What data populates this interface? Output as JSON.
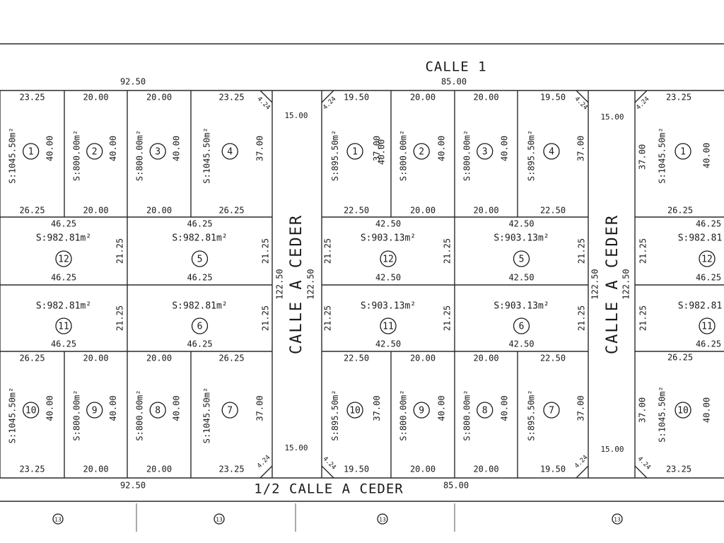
{
  "streets": {
    "top": "CALLE 1",
    "bottom": "1/2 CALLE A CEDER",
    "vertical": "CALLE A CEDER"
  },
  "block_widths": [
    "92.50",
    "85.00"
  ],
  "street_width": "15.00",
  "street_length": "122.50",
  "corner_cut": "4.24",
  "block_a": {
    "top_lots": [
      {
        "n": "1",
        "area": "S:1045.50m²",
        "top": "23.25",
        "bottom": "26.25",
        "side": "40.00"
      },
      {
        "n": "2",
        "area": "S:800.00m²",
        "top": "20.00",
        "bottom": "20.00",
        "side": "40.00"
      },
      {
        "n": "3",
        "area": "S:800.00m²",
        "top": "20.00",
        "bottom": "20.00",
        "side": "40.00"
      },
      {
        "n": "4",
        "area": "S:1045.50m²",
        "top": "23.25",
        "bottom": "26.25",
        "side": "37.00"
      }
    ],
    "middle_rows": [
      {
        "left": {
          "n": "12",
          "area": "S:982.81m²",
          "top": "46.25",
          "bottom": "46.25"
        },
        "right": {
          "n": "5",
          "area": "S:982.81m²",
          "top": "46.25",
          "bottom": "46.25"
        },
        "depth": "21.25"
      },
      {
        "left": {
          "n": "11",
          "area": "S:982.81m²",
          "top": "",
          "bottom": "46.25"
        },
        "right": {
          "n": "6",
          "area": "S:982.81m²",
          "top": "",
          "bottom": "46.25"
        },
        "depth": "21.25"
      }
    ],
    "bottom_lots": [
      {
        "n": "10",
        "area": "S:1045.50m²",
        "top": "26.25",
        "bottom": "23.25",
        "side": "40.00"
      },
      {
        "n": "9",
        "area": "S:800.00m²",
        "top": "20.00",
        "bottom": "20.00",
        "side": "40.00"
      },
      {
        "n": "8",
        "area": "S:800.00m²",
        "top": "20.00",
        "bottom": "20.00",
        "side": "40.00"
      },
      {
        "n": "7",
        "area": "S:1045.50m²",
        "top": "26.25",
        "bottom": "23.25",
        "side": "37.00"
      }
    ]
  },
  "block_b": {
    "top_lots": [
      {
        "n": "1",
        "area": "S:895.50m²",
        "top": "19.50",
        "bottom": "22.50",
        "side": "37.00",
        "side2": "40.00"
      },
      {
        "n": "2",
        "area": "S:800.00m²",
        "top": "20.00",
        "bottom": "20.00",
        "side": "40.00"
      },
      {
        "n": "3",
        "area": "S:800.00m²",
        "top": "20.00",
        "bottom": "20.00",
        "side": "40.00"
      },
      {
        "n": "4",
        "area": "S:895.50m²",
        "top": "19.50",
        "bottom": "22.50",
        "side": "37.00"
      }
    ],
    "middle_rows": [
      {
        "left": {
          "n": "12",
          "area": "S:903.13m²",
          "top": "42.50",
          "bottom": "42.50"
        },
        "right": {
          "n": "5",
          "area": "S:903.13m²",
          "top": "42.50",
          "bottom": "42.50"
        },
        "depth": "21.25"
      },
      {
        "left": {
          "n": "11",
          "area": "S:903.13m²",
          "top": "",
          "bottom": "42.50"
        },
        "right": {
          "n": "6",
          "area": "S:903.13m²",
          "top": "",
          "bottom": "42.50"
        },
        "depth": "21.25"
      }
    ],
    "bottom_lots": [
      {
        "n": "10",
        "area": "S:895.50m²",
        "top": "22.50",
        "bottom": "19.50",
        "side": "37.00"
      },
      {
        "n": "9",
        "area": "S:800.00m²",
        "top": "20.00",
        "bottom": "20.00",
        "side": "40.00"
      },
      {
        "n": "8",
        "area": "S:800.00m²",
        "top": "20.00",
        "bottom": "20.00",
        "side": "40.00"
      },
      {
        "n": "7",
        "area": "S:895.50m²",
        "top": "22.50",
        "bottom": "19.50",
        "side": "37.00"
      }
    ]
  },
  "block_c": {
    "top_lot": {
      "n": "1",
      "area": "S:1045.50m²",
      "top": "23.25",
      "bottom": "26.25",
      "side": "37.00",
      "side2": "40.00"
    },
    "middle_rows": [
      {
        "n": "12",
        "area": "S:982.81",
        "top": "46.25",
        "bottom": "46.25",
        "depth": "21.25"
      },
      {
        "n": "11",
        "area": "S:982.81",
        "top": "",
        "bottom": "46.25",
        "depth": "21.25"
      }
    ],
    "bottom_lot": {
      "n": "10",
      "area": "S:1045.50m²",
      "top": "26.25",
      "bottom": "23.25",
      "side": "37.00",
      "side2": "40.00"
    }
  },
  "bottom_markers": [
    "13",
    "13",
    "13",
    "13"
  ]
}
